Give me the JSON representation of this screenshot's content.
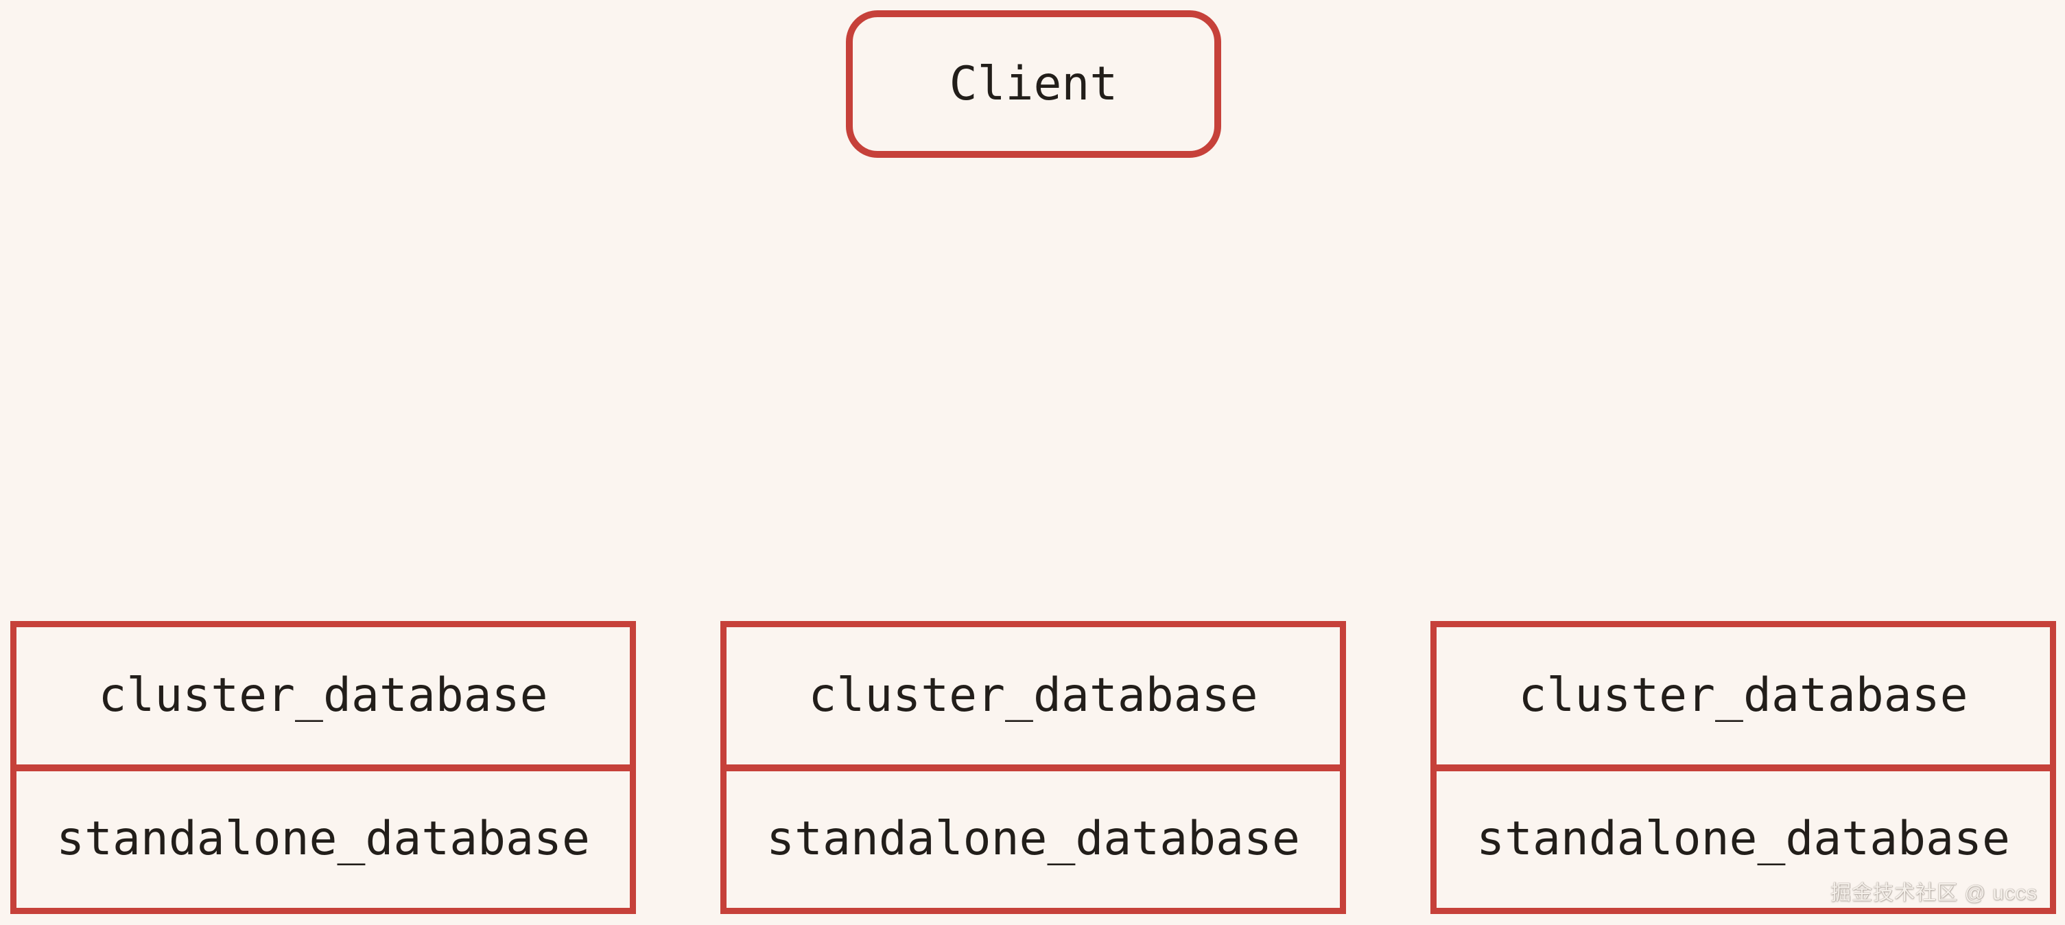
{
  "colors": {
    "background": "#fbf5f0",
    "stroke": "#c6413a",
    "text": "#221e1a",
    "watermark": "#f5f0ea"
  },
  "client": {
    "label": "Client"
  },
  "groups": [
    {
      "rows": [
        "cluster_database",
        "standalone_database"
      ]
    },
    {
      "rows": [
        "cluster_database",
        "standalone_database"
      ]
    },
    {
      "rows": [
        "cluster_database",
        "standalone_database"
      ]
    }
  ],
  "watermark": {
    "text": "掘金技术社区 @ uccs"
  }
}
